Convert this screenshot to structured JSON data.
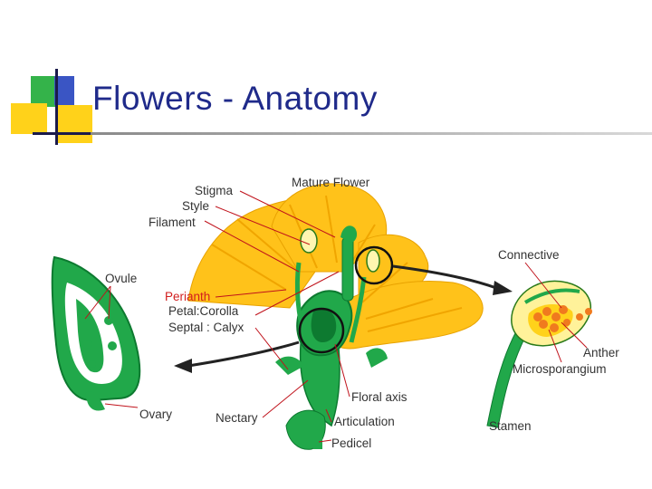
{
  "slide": {
    "title": "Flowers - Anatomy"
  },
  "diagram": {
    "labels": {
      "mature_flower": "Mature Flower",
      "stigma": "Stigma",
      "style": "Style",
      "filament": "Filament",
      "ovule": "Ovule",
      "perianth": "Perianth",
      "petal_corolla": "Petal:Corolla",
      "septal_calyx": "Septal : Calyx",
      "connective": "Connective",
      "anther": "Anther",
      "microsporangium": "Microsporangium",
      "floral_axis": "Floral axis",
      "ovary": "Ovary",
      "nectary": "Nectary",
      "articulation": "Articulation",
      "pedicel": "Pedicel",
      "stamen": "Stamen"
    },
    "colors": {
      "petal": "#ffc21a",
      "petal_vein": "#f0a500",
      "tissue": "#21a84a",
      "tissue_dark": "#0d7a30",
      "pointer": "#c0121b",
      "pollen": "#f07a1e",
      "title": "#1f2a8a"
    }
  }
}
